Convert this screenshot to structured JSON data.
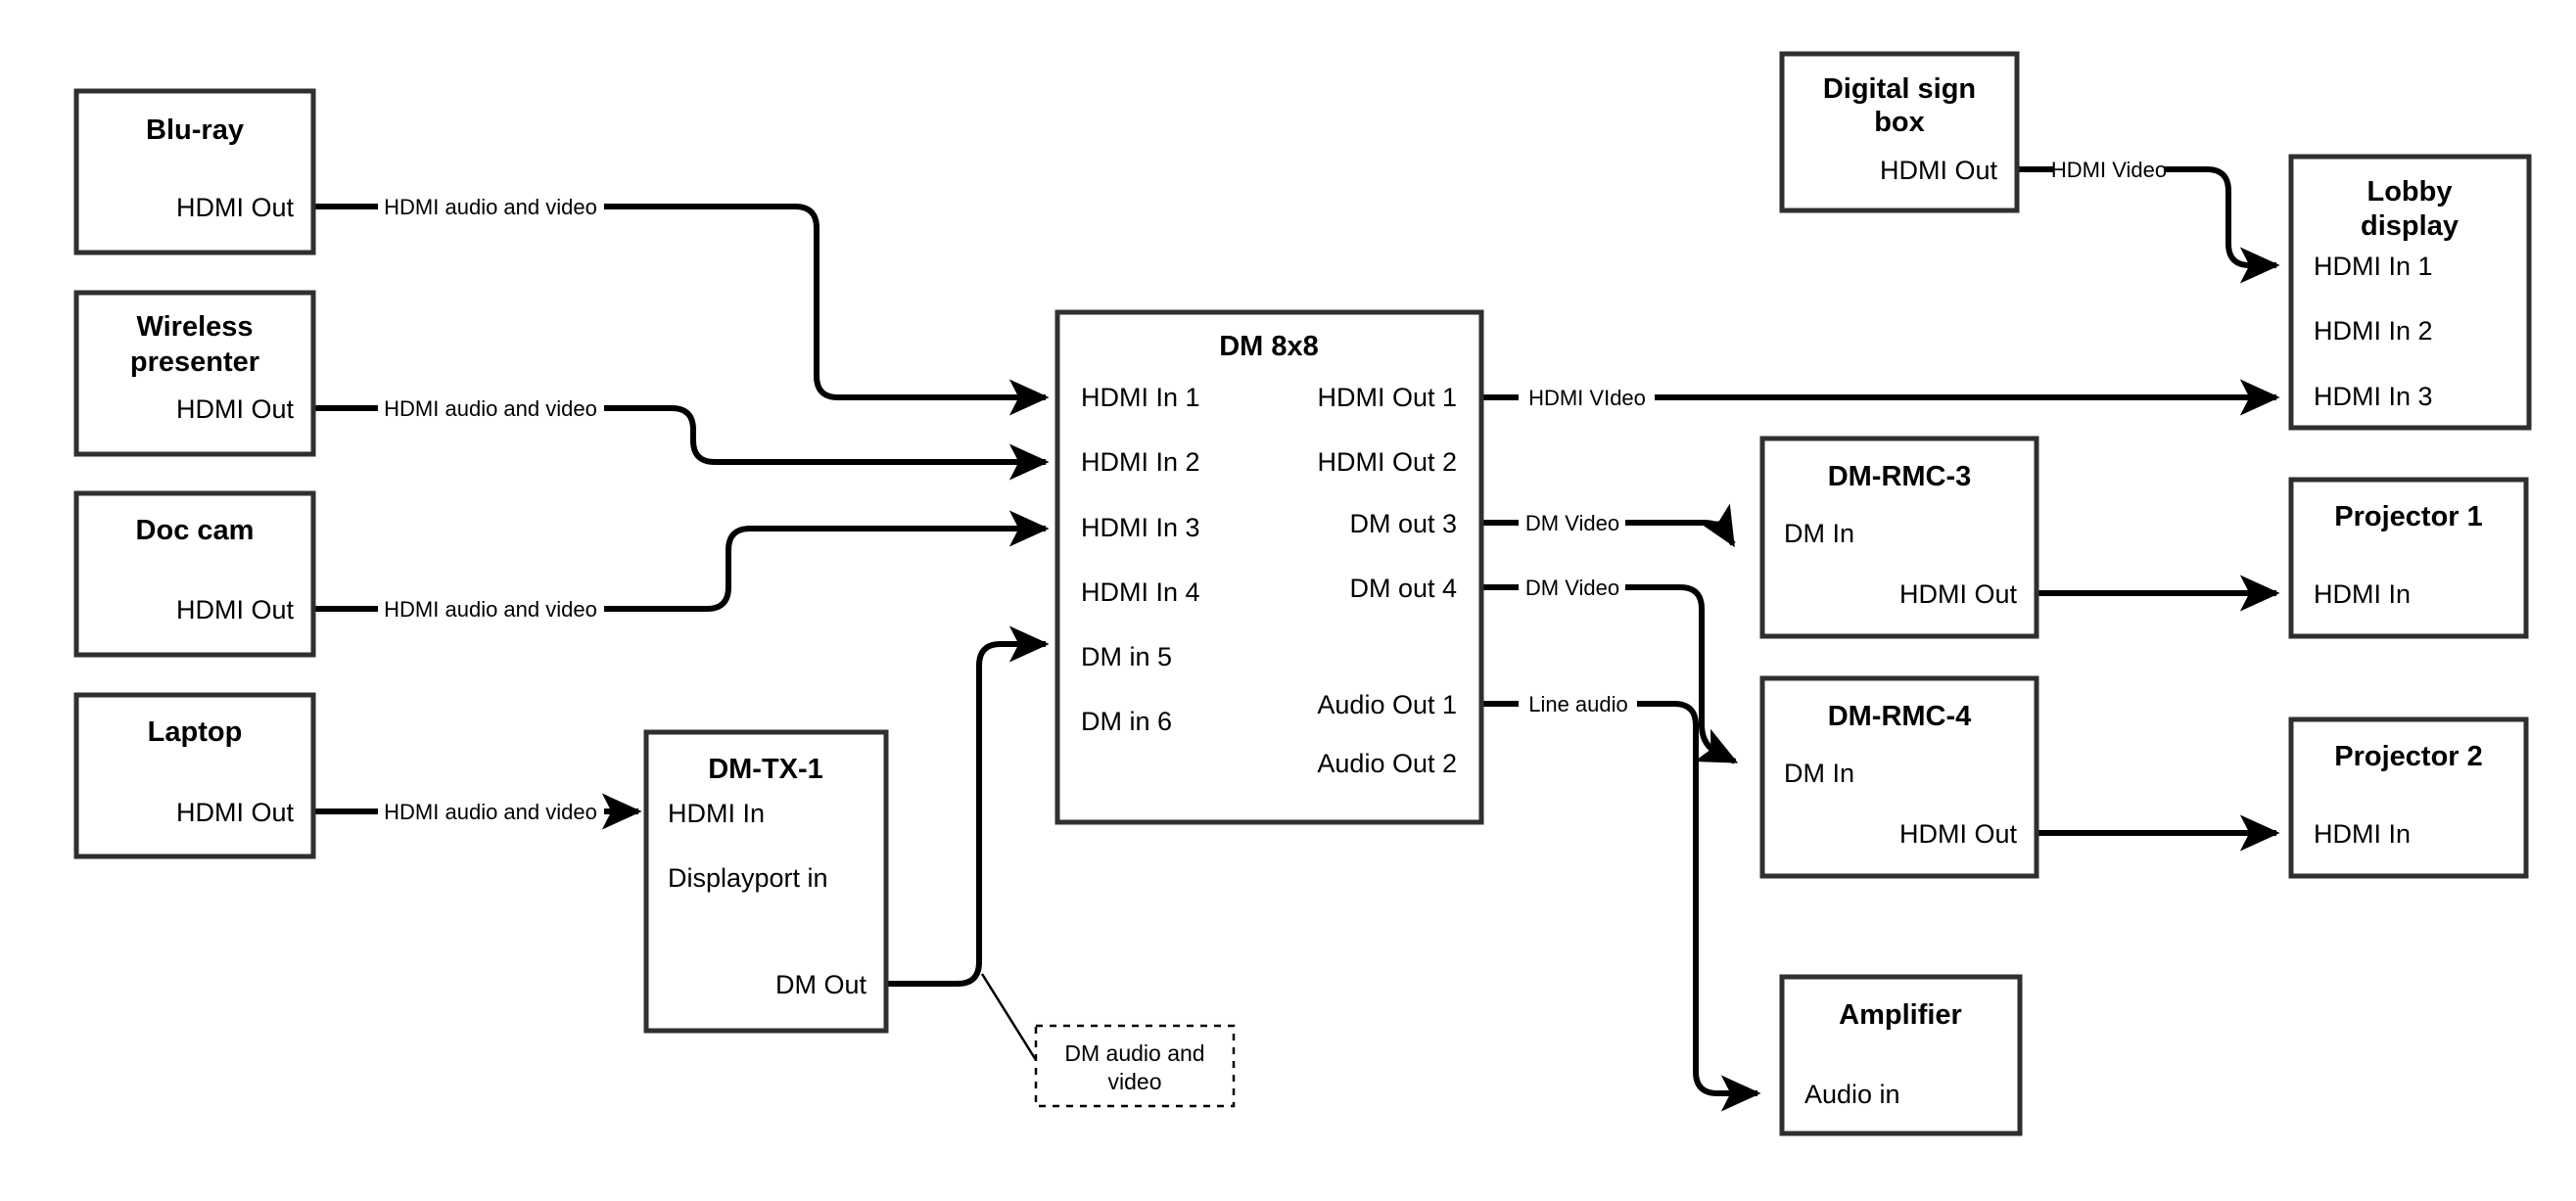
{
  "diagram": {
    "title": "AV signal flow diagram",
    "colors": {
      "box_stroke": "#2f2f2f",
      "wire": "#000000",
      "background": "#ffffff",
      "note_stroke": "#000000"
    },
    "nodes": {
      "bluray": {
        "title": "Blu-ray",
        "ports": {
          "out1": "HDMI Out"
        }
      },
      "wireless_presenter": {
        "title_line1": "Wireless",
        "title_line2": "presenter",
        "ports": {
          "out1": "HDMI Out"
        }
      },
      "doc_cam": {
        "title": "Doc cam",
        "ports": {
          "out1": "HDMI Out"
        }
      },
      "laptop": {
        "title": "Laptop",
        "ports": {
          "out1": "HDMI Out"
        }
      },
      "dm_tx_1": {
        "title": "DM-TX-1",
        "ports": {
          "in1": "HDMI In",
          "in2": "Displayport in",
          "out1": "DM Out"
        }
      },
      "dm_8x8": {
        "title": "DM 8x8",
        "inputs": [
          "HDMI In 1",
          "HDMI In 2",
          "HDMI In 3",
          "HDMI In 4",
          "DM in 5",
          "DM in 6"
        ],
        "outputs": [
          "HDMI Out 1",
          "HDMI Out 2",
          "DM out 3",
          "DM out 4",
          "Audio Out 1",
          "Audio Out 2"
        ]
      },
      "digital_sign_box": {
        "title_line1": "Digital sign",
        "title_line2": "box",
        "ports": {
          "out1": "HDMI Out"
        }
      },
      "lobby_display": {
        "title_line1": "Lobby",
        "title_line2": "display",
        "inputs": [
          "HDMI In 1",
          "HDMI In 2",
          "HDMI In 3"
        ]
      },
      "dm_rmc_3": {
        "title": "DM-RMC-3",
        "ports": {
          "in1": "DM In",
          "out1": "HDMI Out"
        }
      },
      "dm_rmc_4": {
        "title": "DM-RMC-4",
        "ports": {
          "in1": "DM In",
          "out1": "HDMI Out"
        }
      },
      "projector_1": {
        "title": "Projector 1",
        "ports": {
          "in1": "HDMI In"
        }
      },
      "projector_2": {
        "title": "Projector 2",
        "ports": {
          "in1": "HDMI In"
        }
      },
      "amplifier": {
        "title": "Amplifier",
        "ports": {
          "in1": "Audio in"
        }
      }
    },
    "connections": [
      {
        "id": "bluray-to-dm-in1",
        "label": "HDMI audio and video"
      },
      {
        "id": "wireless-to-dm-in2",
        "label": "HDMI audio and video"
      },
      {
        "id": "doccam-to-dm-in3",
        "label": "HDMI audio and video"
      },
      {
        "id": "laptop-to-dmtx1",
        "label": "HDMI audio and video"
      },
      {
        "id": "dmtx1-to-dm-in5",
        "label": "DM audio and video"
      },
      {
        "id": "dm-hdmiout1-to-lobby-in3",
        "label": "HDMI VIdeo"
      },
      {
        "id": "dm-dmout3-to-rmc3",
        "label": "DM Video"
      },
      {
        "id": "dm-dmout4-to-rmc4",
        "label": "DM Video"
      },
      {
        "id": "dm-audioout1-to-amplifier",
        "label": "Line audio"
      },
      {
        "id": "signbox-to-lobby-in1",
        "label": "HDMI Video"
      },
      {
        "id": "rmc3-to-projector1",
        "label": ""
      },
      {
        "id": "rmc4-to-projector2",
        "label": ""
      }
    ],
    "notes": {
      "dm_av_note_line1": "DM audio and",
      "dm_av_note_line2": "video"
    }
  }
}
